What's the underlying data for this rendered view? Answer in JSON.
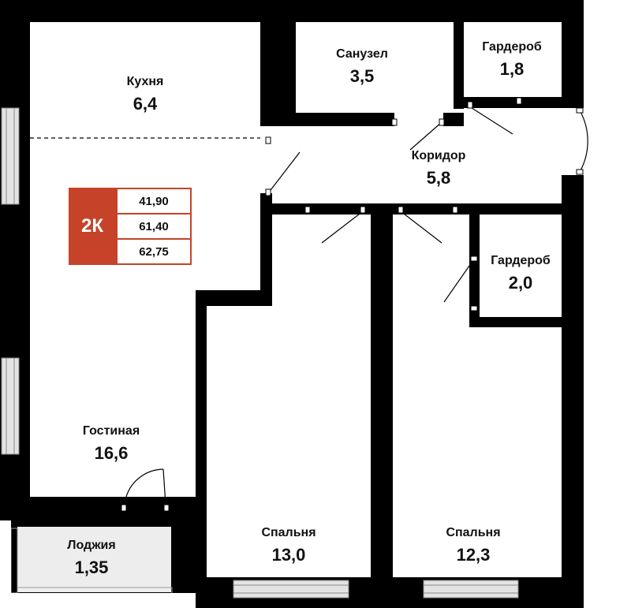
{
  "colors": {
    "wall": "#000000",
    "accent": "#c6432a",
    "loggia": "#ededed",
    "window": "#e3e3e3"
  },
  "badge": {
    "code": "2К",
    "values": [
      "41,90",
      "61,40",
      "62,75"
    ]
  },
  "rooms": {
    "kitchen": {
      "name": "Кухня",
      "area": "6,4"
    },
    "bathroom": {
      "name": "Санузел",
      "area": "3,5"
    },
    "wardrobe1": {
      "name": "Гардероб",
      "area": "1,8"
    },
    "corridor": {
      "name": "Коридор",
      "area": "5,8"
    },
    "wardrobe2": {
      "name": "Гардероб",
      "area": "2,0"
    },
    "living": {
      "name": "Гостиная",
      "area": "16,6"
    },
    "loggia": {
      "name": "Лоджия",
      "area": "1,35"
    },
    "bedroom1": {
      "name": "Спальня",
      "area": "13,0"
    },
    "bedroom2": {
      "name": "Спальня",
      "area": "12,3"
    }
  }
}
